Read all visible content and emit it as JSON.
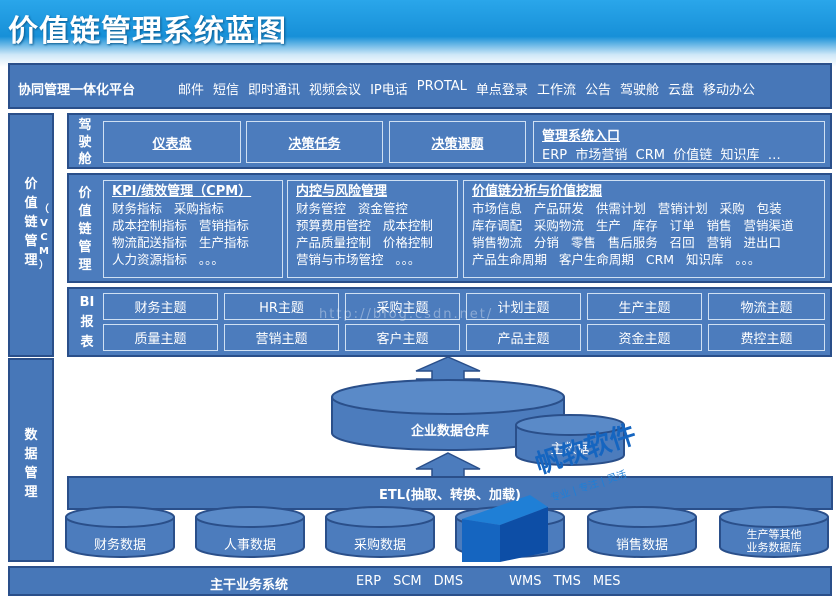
{
  "title": "价值链管理系统蓝图",
  "collab": {
    "title": "协同管理一体化平台",
    "items": [
      "邮件",
      "短信",
      "即时通讯",
      "视频会议",
      "IP电话",
      "PROTAL",
      "单点登录",
      "工作流",
      "公告",
      "驾驶舱",
      "云盘",
      "移动办公"
    ]
  },
  "left": {
    "vcm_label": [
      "价",
      "值",
      "链",
      "管",
      "理"
    ],
    "vcm_sub": [
      "（",
      "V",
      "C",
      "M",
      "）"
    ],
    "data_label": [
      "数",
      "据",
      "管",
      "理"
    ]
  },
  "cockpit": {
    "label": [
      "驾",
      "驶",
      "舱"
    ],
    "boxes": [
      "仪表盘",
      "决策任务",
      "决策课题"
    ],
    "entry_title": "管理系统入口",
    "entry_text": "ERP  市场营销  CRM  价值链  知识库  …"
  },
  "vcm": {
    "label": [
      "价",
      "值",
      "链",
      "管",
      "理"
    ],
    "kpi": {
      "title": "KPI/绩效管理（CPM）",
      "lines": [
        "财务指标   采购指标",
        "成本控制指标   营销指标",
        "物流配送指标   生产指标",
        "人力资源指标   。。。"
      ]
    },
    "risk": {
      "title": "内控与风险管理",
      "lines": [
        "财务管控   资金管控",
        "预算费用管控   成本控制",
        "产品质量控制   价格控制",
        "营销与市场管控   。。。"
      ]
    },
    "chain": {
      "title": "价值链分析与价值挖掘",
      "lines": [
        "市场信息   产品研发   供需计划   营销计划   采购   包装",
        "库存调配   采购物流   生产   库存   订单   销售   营销渠道",
        "销售物流   分销   零售   售后服务   召回   营销   进出口",
        "产品生命周期   客户生命周期   CRM   知识库   。。。"
      ]
    }
  },
  "bi": {
    "label": [
      "BI",
      "报",
      "表"
    ],
    "row1": [
      "财务主题",
      "HR主题",
      "采购主题",
      "计划主题",
      "生产主题",
      "物流主题"
    ],
    "row2": [
      "质量主题",
      "营销主题",
      "客户主题",
      "产品主题",
      "资金主题",
      "费控主题"
    ]
  },
  "watermark": "http://blog.csdn.net/",
  "dw": {
    "label": "企业数据仓库",
    "master": "主数据"
  },
  "etl": "ETL(抽取、转换、加载)",
  "dbs": [
    "财务数据",
    "人事数据",
    "采购数据",
    "",
    "销售数据",
    "生产等其他\n业务数据库"
  ],
  "logo": {
    "name": "帆软软件",
    "tagline": "专业 | 专注 | 灵活"
  },
  "main_sys": {
    "label": "主干业务系统",
    "items": [
      "ERP",
      "SCM",
      "DMS",
      "",
      "WMS",
      "TMS",
      "MES"
    ]
  },
  "colors": {
    "panel": "#4c7cbd",
    "border": "#2a4f8a",
    "title_gradient": "#1790d8"
  }
}
